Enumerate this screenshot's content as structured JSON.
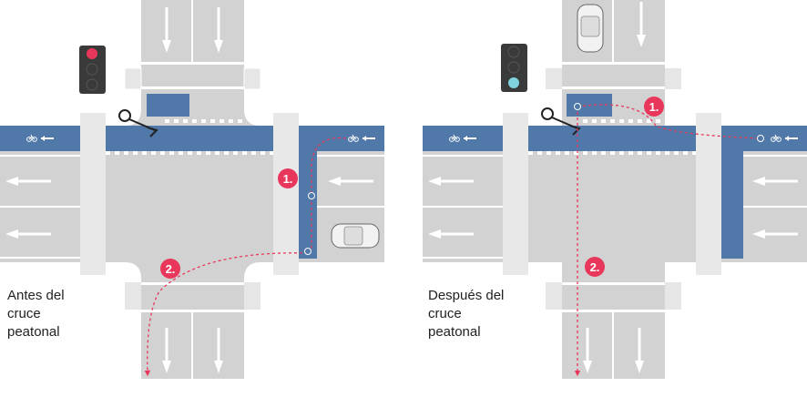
{
  "colors": {
    "asphalt": "#d2d2d2",
    "sidewalk": "#ffffff",
    "bike_lane": "#5078a8",
    "path_red": "#e8375a",
    "marker": "#e8375a",
    "light_housing": "#3a3a3a",
    "light_red": "#e8375a",
    "light_green": "#7fd3df",
    "light_off": "#3a3a3a"
  },
  "panels": [
    {
      "id": "before",
      "caption": "Antes del\ncruce\npeatonal",
      "traffic_light_active": "red",
      "markers": [
        {
          "label": "1."
        },
        {
          "label": "2."
        }
      ]
    },
    {
      "id": "after",
      "caption": "Después del\ncruce\npeatonal",
      "traffic_light_active": "green",
      "markers": [
        {
          "label": "1."
        },
        {
          "label": "2."
        }
      ]
    }
  ]
}
